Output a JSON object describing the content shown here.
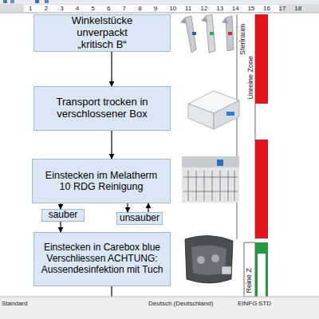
{
  "diagram": {
    "nodes": [
      {
        "text": [
          "Winkelstücke unverpackt „kritisch B“"
        ]
      },
      {
        "text": [
          "Transport trocken in verschlossener Box"
        ]
      },
      {
        "text": [
          "Einstecken im Melatherm 10 RDG Reinigung"
        ]
      },
      {
        "text": [
          "sauber"
        ]
      },
      {
        "text": [
          "unsauber"
        ]
      },
      {
        "text": [
          "Einstecken in Carebox blue Verschliessen ACHTUNG: Aussendesinfektion mit Tuch"
        ]
      }
    ],
    "edges": [
      {
        "from": 0,
        "to": 1,
        "arrow": "to"
      },
      {
        "from": 1,
        "to": 2,
        "arrow": "to"
      },
      {
        "from": 2,
        "to": 3,
        "arrow": "to"
      },
      {
        "from": 3,
        "to": 5,
        "arrow": "to"
      },
      {
        "from": 2,
        "to": 4,
        "arrow": "to"
      },
      {
        "from": 4,
        "to": 2,
        "arrow": "to"
      }
    ],
    "labels": [
      "1",
      "2",
      "3",
      "4",
      "5",
      "6",
      "7",
      "8",
      "9",
      "10",
      "11",
      "12",
      "13",
      "14",
      "15",
      "16",
      "17",
      "18",
      "Steriraum",
      "Unreine Zone",
      "Reine Z",
      "Standard",
      "Deutsch (Deutschland)",
      "EINFG",
      "STD"
    ]
  }
}
